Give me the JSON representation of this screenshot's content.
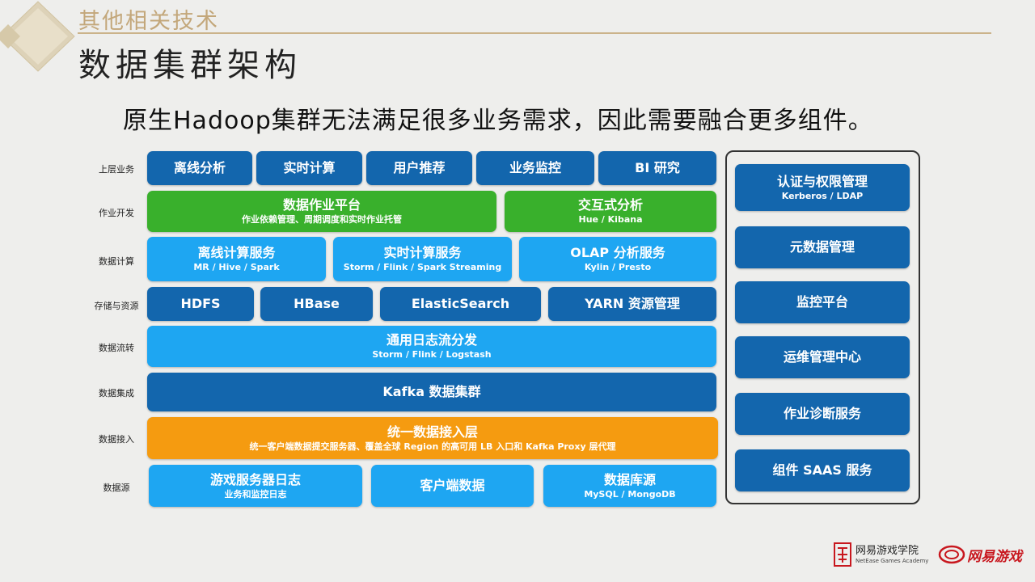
{
  "header": {
    "section": "其他相关技术",
    "title": "数据集群架构",
    "subtitle": "原生Hadoop集群无法满足很多业务需求，因此需要融合更多组件。"
  },
  "row_labels": [
    "上层业务",
    "作业开发",
    "数据计算",
    "存储与资源",
    "数据流转",
    "数据集成",
    "数据接入",
    "数据源"
  ],
  "layers": {
    "business": [
      "离线分析",
      "实时计算",
      "用户推荐",
      "业务监控",
      "BI 研究"
    ],
    "job_dev": [
      {
        "title": "数据作业平台",
        "sub": "作业依赖管理、周期调度和实时作业托管"
      },
      {
        "title": "交互式分析",
        "sub": "Hue / Kibana"
      }
    ],
    "compute": [
      {
        "title": "离线计算服务",
        "sub": "MR / Hive / Spark"
      },
      {
        "title": "实时计算服务",
        "sub": "Storm / Flink / Spark Streaming"
      },
      {
        "title": "OLAP 分析服务",
        "sub": "Kylin / Presto"
      }
    ],
    "storage": [
      "HDFS",
      "HBase",
      "ElasticSearch",
      "YARN 资源管理"
    ],
    "flow": {
      "title": "通用日志流分发",
      "sub": "Storm / Flink / Logstash"
    },
    "integration": {
      "title": "Kafka 数据集群"
    },
    "ingest": {
      "title": "统一数据接入层",
      "sub": "统一客户端数据提交服务器、覆盖全球 Region 的高可用 LB 入口和 Kafka Proxy 层代理"
    },
    "sources": [
      {
        "title": "游戏服务器日志",
        "sub": "业务和监控日志"
      },
      {
        "title": "客户端数据",
        "sub": ""
      },
      {
        "title": "数据库源",
        "sub": "MySQL / MongoDB"
      }
    ]
  },
  "right_panel": [
    {
      "title": "认证与权限管理",
      "sub": "Kerberos / LDAP"
    },
    {
      "title": "元数据管理",
      "sub": ""
    },
    {
      "title": "监控平台",
      "sub": ""
    },
    {
      "title": "运维管理中心",
      "sub": ""
    },
    {
      "title": "作业诊断服务",
      "sub": ""
    },
    {
      "title": "组件 SAAS 服务",
      "sub": ""
    }
  ],
  "footer": {
    "academy_cn": "网易游戏学院",
    "academy_en": "NetEase Games Academy",
    "games_logo": "网易游戏"
  },
  "colors": {
    "dark": "#1366ad",
    "light": "#1ea6f2",
    "green": "#39b02c",
    "orange": "#f59b10",
    "gold": "#c3a77a"
  }
}
